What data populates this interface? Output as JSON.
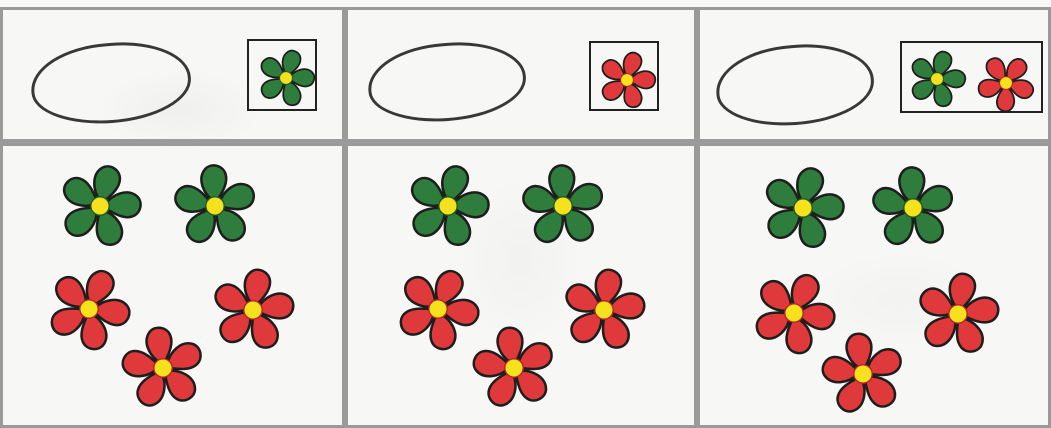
{
  "colors": {
    "green_petal": "#2e7d3c",
    "red_petal": "#e0393b",
    "center": "#f5e21c",
    "outline": "#1e1e1e",
    "grid_line": "#9a9a9a"
  },
  "panels": [
    {
      "key_flowers": [
        "green"
      ],
      "group_flowers": [
        "green",
        "green",
        "red",
        "red",
        "red"
      ]
    },
    {
      "key_flowers": [
        "red"
      ],
      "group_flowers": [
        "green",
        "green",
        "red",
        "red",
        "red"
      ]
    },
    {
      "key_flowers": [
        "green",
        "red"
      ],
      "group_flowers": [
        "green",
        "green",
        "red",
        "red",
        "red"
      ]
    }
  ]
}
